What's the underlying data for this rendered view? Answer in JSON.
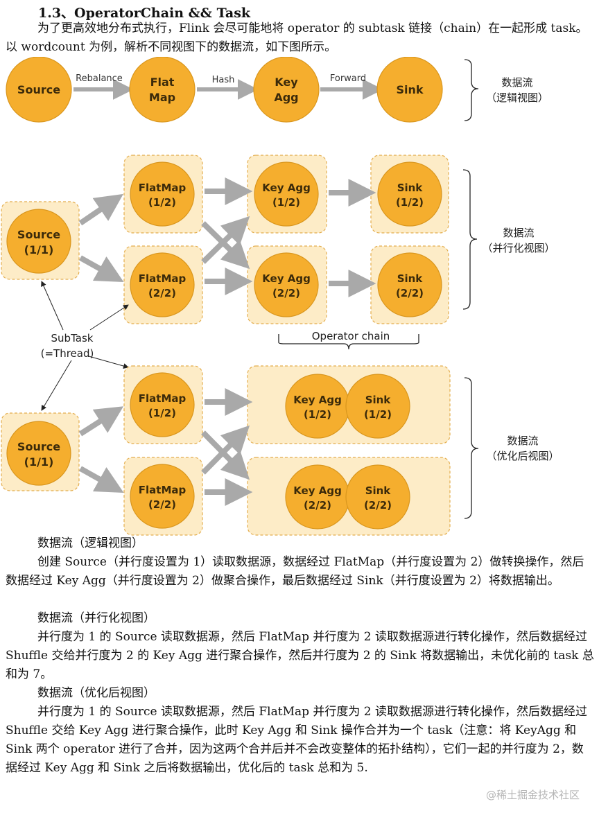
{
  "heading": "1.3、OperatorChain && Task",
  "intro": "为了更高效地分布式执行，Flink 会尽可能地将 operator 的 subtask 链接（chain）在一起形成 task。以 wordcount 为例，解析不同视图下的数据流，如下图所示。",
  "diagram": {
    "logical": {
      "nodes": [
        {
          "lines": [
            "Source"
          ]
        },
        {
          "lines": [
            "Flat",
            "Map"
          ]
        },
        {
          "lines": [
            "Key",
            "Agg"
          ]
        },
        {
          "lines": [
            "Sink"
          ]
        }
      ],
      "edges": [
        "Rebalance",
        "Hash",
        "Forward"
      ],
      "label": [
        "数据流",
        "（逻辑视图）"
      ]
    },
    "parallel": {
      "source": [
        "Source",
        "(1/1)"
      ],
      "flatmap1": [
        "FlatMap",
        "(1/2)"
      ],
      "flatmap2": [
        "FlatMap",
        "(2/2)"
      ],
      "keyagg1": [
        "Key Agg",
        "(1/2)"
      ],
      "keyagg2": [
        "Key Agg",
        "(2/2)"
      ],
      "sink1": [
        "Sink",
        "(1/2)"
      ],
      "sink2": [
        "Sink",
        "(2/2)"
      ],
      "label": [
        "数据流",
        "（并行化视图）"
      ]
    },
    "operator_chain_label": "Operator chain",
    "subtask_label": [
      "SubTask",
      "(=Thread)"
    ],
    "optimized": {
      "source": [
        "Source",
        "(1/1)"
      ],
      "flatmap1": [
        "FlatMap",
        "(1/2)"
      ],
      "flatmap2": [
        "FlatMap",
        "(2/2)"
      ],
      "keyagg1": [
        "Key Agg",
        "(1/2)"
      ],
      "keyagg2": [
        "Key Agg",
        "(2/2)"
      ],
      "sink1": [
        "Sink",
        "(1/2)"
      ],
      "sink2": [
        "Sink",
        "(2/2)"
      ],
      "label": [
        "数据流",
        "（优化后视图）"
      ]
    },
    "colors": {
      "node": "#f5ae2e",
      "node_border": "#d9961d",
      "box": "#fdecc7",
      "box_border": "#e3ad4e",
      "arrow": "#a9a9a9"
    }
  },
  "sections": [
    {
      "title": "数据流（逻辑视图）",
      "body": "创建 Source（并行度设置为 1）读取数据源，数据经过 FlatMap（并行度设置为 2）做转换操作，然后数据经过 Key Agg（并行度设置为 2）做聚合操作，最后数据经过 Sink（并行度设置为 2）将数据输出。"
    },
    {
      "title": "数据流（并行化视图）",
      "body": "并行度为 1 的 Source 读取数据源，然后 FlatMap 并行度为 2 读取数据源进行转化操作，然后数据经过 Shuffle 交给并行度为 2 的 Key Agg 进行聚合操作，然后并行度为 2 的 Sink 将数据输出，未优化前的 task 总和为 7。"
    },
    {
      "title": "数据流（优化后视图）",
      "body": "并行度为 1 的 Source 读取数据源，然后 FlatMap 并行度为 2 读取数据源进行转化操作，然后数据经过 Shuffle 交给 Key Agg 进行聚合操作，此时 Key Agg 和 Sink 操作合并为一个 task（注意：将 KeyAgg 和 Sink 两个 operator 进行了合并，因为这两个合并后并不会改变整体的拓扑结构），它们一起的并行度为 2，数据经过 Key Agg 和 Sink 之后将数据输出，优化后的 task 总和为 5."
    }
  ],
  "watermark": "@稀土掘金技术社区"
}
